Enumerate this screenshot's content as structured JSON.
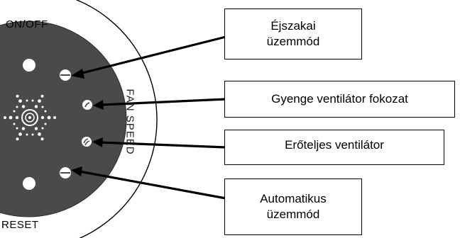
{
  "ring_labels": {
    "on_off": "ON/OFF",
    "reset": "RESET",
    "fan_speed": "FAN SPEED"
  },
  "callouts": {
    "night_mode": [
      "Éjszakai",
      "üzemmód"
    ],
    "weak_fan": "Gyenge ventilátor fokozat",
    "strong_fan": "Erőteljes ventilátor",
    "auto_mode": [
      "Automatikus",
      "üzemmód"
    ]
  },
  "colors": {
    "panel": "#4a4a4a",
    "outline": "#000000",
    "button": "#ffffff",
    "background": "#ffffff"
  },
  "icons": [
    "power-button-icon",
    "reset-button-icon",
    "snowflake-display-icon",
    "minus-icon",
    "one-wave-icon",
    "two-waves-icon"
  ]
}
